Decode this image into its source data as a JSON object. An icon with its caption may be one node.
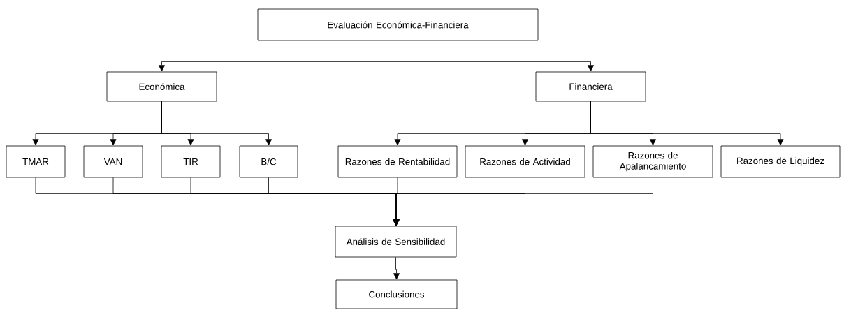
{
  "diagram": {
    "nodes": [
      {
        "text": [
          "Evaluación Económica-Financiera"
        ]
      },
      {
        "text": [
          "Económica"
        ]
      },
      {
        "text": [
          "Financiera"
        ]
      },
      {
        "text": [
          "TMAR"
        ]
      },
      {
        "text": [
          "VAN"
        ]
      },
      {
        "text": [
          "TIR"
        ]
      },
      {
        "text": [
          "B/C"
        ]
      },
      {
        "text": [
          "Razones de Rentabilidad"
        ]
      },
      {
        "text": [
          "Razones de Actividad"
        ]
      },
      {
        "text": [
          "Razones de Apalancamiento"
        ]
      },
      {
        "text": [
          "Razones de Liquidez"
        ]
      },
      {
        "text": [
          "Análisis de Sensibilidad"
        ]
      },
      {
        "text": [
          "Conclusiones"
        ]
      }
    ],
    "edges": [
      {
        "from": 0,
        "to": 1,
        "arrow": "to"
      },
      {
        "from": 0,
        "to": 2,
        "arrow": "to"
      },
      {
        "from": 1,
        "to": 3,
        "arrow": "to"
      },
      {
        "from": 1,
        "to": 4,
        "arrow": "to"
      },
      {
        "from": 1,
        "to": 5,
        "arrow": "to"
      },
      {
        "from": 1,
        "to": 6,
        "arrow": "to"
      },
      {
        "from": 2,
        "to": 7,
        "arrow": "to"
      },
      {
        "from": 2,
        "to": 8,
        "arrow": "to"
      },
      {
        "from": 2,
        "to": 9,
        "arrow": "to"
      },
      {
        "from": 2,
        "to": 10,
        "arrow": "to"
      },
      {
        "from": 3,
        "to": 11,
        "arrow": "to"
      },
      {
        "from": 4,
        "to": 11,
        "arrow": "to"
      },
      {
        "from": 5,
        "to": 11,
        "arrow": "to"
      },
      {
        "from": 6,
        "to": 11,
        "arrow": "to"
      },
      {
        "from": 7,
        "to": 11,
        "arrow": "to"
      },
      {
        "from": 8,
        "to": 11,
        "arrow": "to"
      },
      {
        "from": 9,
        "to": 11,
        "arrow": "to"
      },
      {
        "from": 11,
        "to": 12,
        "arrow": "to"
      }
    ]
  }
}
